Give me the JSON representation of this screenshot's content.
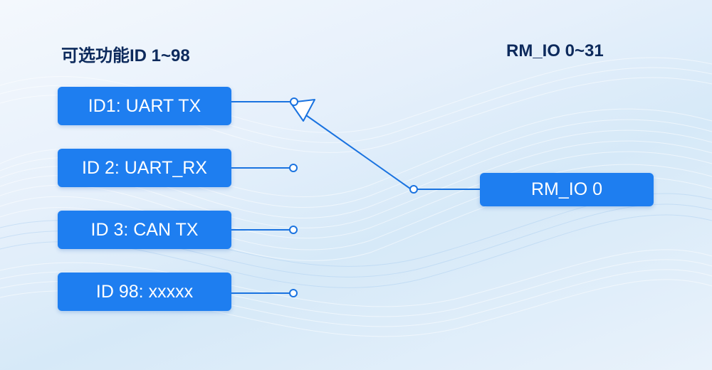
{
  "left_heading": "可选功能ID 1~98",
  "right_heading": "RM_IO 0~31",
  "functions": [
    {
      "label": "ID1: UART TX",
      "selected": true
    },
    {
      "label": "ID 2: UART_RX",
      "selected": false
    },
    {
      "label": "ID 3: CAN TX",
      "selected": false
    },
    {
      "label": "ID 98: xxxxx",
      "selected": false
    }
  ],
  "rm_io": {
    "label": "RM_IO 0"
  },
  "colors": {
    "box_fill": "#1e7ef0",
    "line": "#1a73e0",
    "heading_text": "#0d2a5c",
    "box_text": "#ffffff"
  }
}
